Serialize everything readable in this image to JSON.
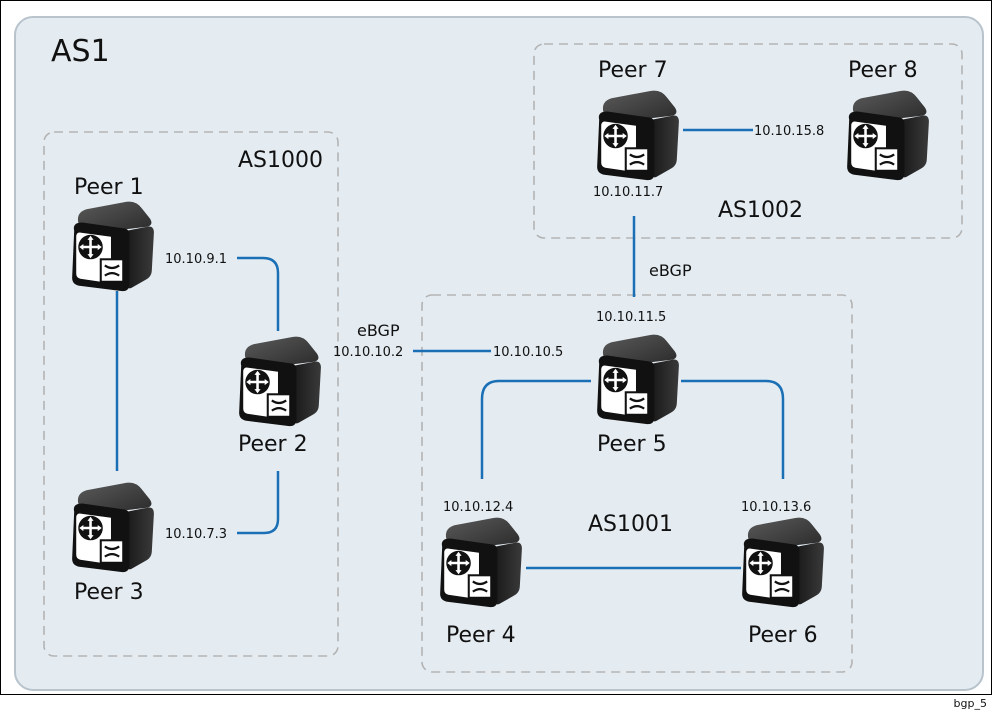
{
  "as_groups": {
    "outer": "AS1",
    "as1000": "AS1000",
    "as1001": "AS1001",
    "as1002": "AS1002"
  },
  "peers": {
    "p1": "Peer 1",
    "p2": "Peer 2",
    "p3": "Peer 3",
    "p4": "Peer 4",
    "p5": "Peer 5",
    "p6": "Peer 6",
    "p7": "Peer 7",
    "p8": "Peer 8"
  },
  "addresses": {
    "p1_to_p2": "10.10.9.1",
    "p3_to_p2": "10.10.7.3",
    "p2_to_p5": "10.10.10.2",
    "p5_to_p2": "10.10.10.5",
    "p5_to_p7": "10.10.11.5",
    "p7_to_p5": "10.10.11.7",
    "p8_to_p7": "10.10.15.8",
    "p4_to_p5": "10.10.12.4",
    "p6_to_p5": "10.10.13.6"
  },
  "protocols": {
    "p2_p5": "eBGP",
    "p5_p7": "eBGP"
  },
  "figure_id": "bgp_5",
  "colors": {
    "link": "#1a6fb5",
    "as_fill": "#e4ecf2",
    "as_border": "#b8c3cc",
    "dashed": "#b3b3b3"
  },
  "icons": {
    "router": "router-icon"
  }
}
